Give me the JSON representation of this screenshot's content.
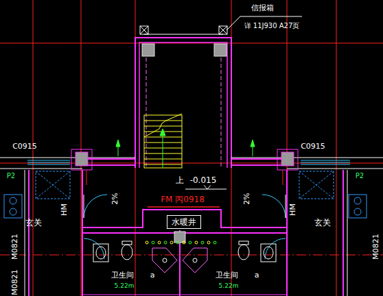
{
  "diagram": {
    "nodes": [
      {
        "text": [
          "水暖井"
        ]
      }
    ],
    "labels": [
      "信报箱",
      "详 11J930  A27页",
      "C0915",
      "C0915",
      "P2",
      "P2",
      "HM",
      "HM",
      "2%",
      "2%",
      "上",
      "-0.015",
      "FM 丙0918",
      "玄关",
      "玄关",
      "M0821",
      "M0821",
      "M0821",
      "卫生间",
      "卫生间",
      "5.22m",
      "5.22m",
      "a",
      "a"
    ]
  }
}
